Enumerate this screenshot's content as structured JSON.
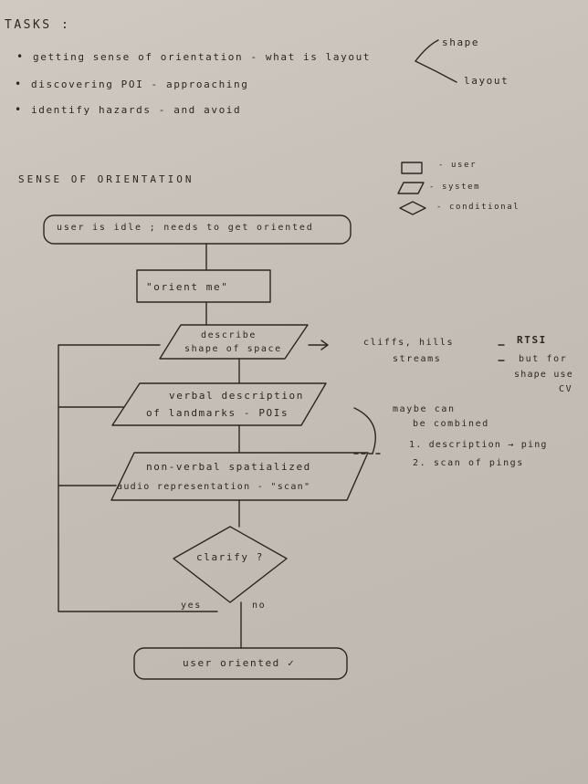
{
  "tasks": {
    "heading": "TASKS :",
    "items": [
      "getting sense of orientation - what is layout",
      "discovering POI - approaching",
      "identify hazards - and avoid"
    ],
    "branch_top": "shape",
    "branch_bottom": "layout"
  },
  "legend": {
    "items": [
      {
        "shape": "rectangle",
        "label": "- user"
      },
      {
        "shape": "parallelogram",
        "label": "- system"
      },
      {
        "shape": "diamond",
        "label": "- conditional"
      }
    ]
  },
  "section": {
    "title": "SENSE OF ORIENTATION"
  },
  "flow": {
    "start": "user is idle ; needs to get oriented",
    "orient": "\"orient me\"",
    "describe_line1": "describe",
    "describe_line2": "shape of space",
    "verbal_line1": "verbal description",
    "verbal_line2": "of landmarks - POIs",
    "audio_line1": "non-verbal spatialized",
    "audio_line2": "audio representation - \"scan\"",
    "clarify": "clarify ?",
    "yes": "yes",
    "no": "no",
    "end": "user oriented ✓"
  },
  "notes": {
    "features_line1": "cliffs, hills",
    "features_line2": "streams",
    "rtsi": "RTSI",
    "rtsi_line2": "but for",
    "rtsi_line3": "shape use",
    "rtsi_line4": "CV",
    "combine_line1": "maybe can",
    "combine_line2": "be combined",
    "combine_item1": "1. description → ping",
    "combine_item2": "2. scan of pings"
  }
}
